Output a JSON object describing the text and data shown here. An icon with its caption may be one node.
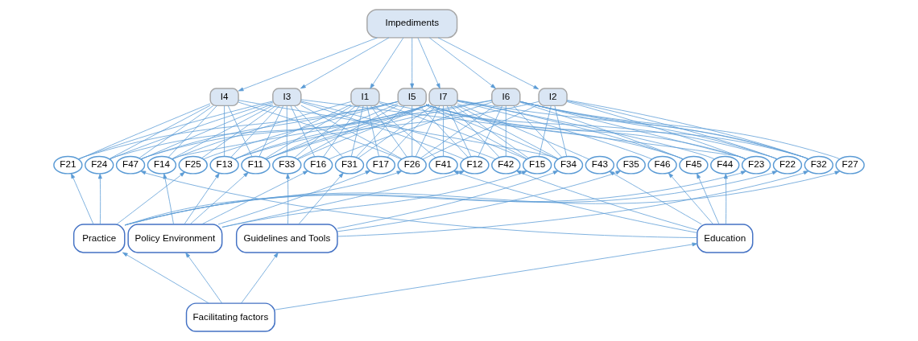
{
  "diagram": {
    "nodes": [
      {
        "text": [
          "Impediments"
        ]
      },
      {
        "text": [
          "I1"
        ]
      },
      {
        "text": [
          "I2"
        ]
      },
      {
        "text": [
          "I3"
        ]
      },
      {
        "text": [
          "I4"
        ]
      },
      {
        "text": [
          "I5"
        ]
      },
      {
        "text": [
          "I6"
        ]
      },
      {
        "text": [
          "I7"
        ]
      },
      {
        "text": [
          "F11"
        ]
      },
      {
        "text": [
          "F12"
        ]
      },
      {
        "text": [
          "F13"
        ]
      },
      {
        "text": [
          "F14"
        ]
      },
      {
        "text": [
          "F15"
        ]
      },
      {
        "text": [
          "F16"
        ]
      },
      {
        "text": [
          "F17"
        ]
      },
      {
        "text": [
          "F21"
        ]
      },
      {
        "text": [
          "F22"
        ]
      },
      {
        "text": [
          "F23"
        ]
      },
      {
        "text": [
          "F24"
        ]
      },
      {
        "text": [
          "F25"
        ]
      },
      {
        "text": [
          "F26"
        ]
      },
      {
        "text": [
          "F27"
        ]
      },
      {
        "text": [
          "F31"
        ]
      },
      {
        "text": [
          "F32"
        ]
      },
      {
        "text": [
          "F33"
        ]
      },
      {
        "text": [
          "F34"
        ]
      },
      {
        "text": [
          "F35"
        ]
      },
      {
        "text": [
          "F41"
        ]
      },
      {
        "text": [
          "F42"
        ]
      },
      {
        "text": [
          "F43"
        ]
      },
      {
        "text": [
          "F44"
        ]
      },
      {
        "text": [
          "F45"
        ]
      },
      {
        "text": [
          "F46"
        ]
      },
      {
        "text": [
          "F47"
        ]
      },
      {
        "text": [
          "Policy Environment"
        ]
      },
      {
        "text": [
          "Practice"
        ]
      },
      {
        "text": [
          "Guidelines and Tools"
        ]
      },
      {
        "text": [
          "Education"
        ]
      },
      {
        "text": [
          "Facilitating factors"
        ]
      }
    ],
    "edges": [
      {
        "from": 0,
        "to": 1,
        "arrow": "to"
      },
      {
        "from": 0,
        "to": 2,
        "arrow": "to"
      },
      {
        "from": 0,
        "to": 3,
        "arrow": "to"
      },
      {
        "from": 0,
        "to": 4,
        "arrow": "to"
      },
      {
        "from": 0,
        "to": 5,
        "arrow": "to"
      },
      {
        "from": 0,
        "to": 6,
        "arrow": "to"
      },
      {
        "from": 0,
        "to": 7,
        "arrow": "to"
      },
      {
        "from": 1,
        "to": 8,
        "arrow": "none"
      },
      {
        "from": 1,
        "to": 10,
        "arrow": "none"
      },
      {
        "from": 1,
        "to": 11,
        "arrow": "none"
      },
      {
        "from": 1,
        "to": 12,
        "arrow": "none"
      },
      {
        "from": 1,
        "to": 13,
        "arrow": "none"
      },
      {
        "from": 1,
        "to": 14,
        "arrow": "none"
      },
      {
        "from": 1,
        "to": 16,
        "arrow": "none"
      },
      {
        "from": 1,
        "to": 20,
        "arrow": "none"
      },
      {
        "from": 1,
        "to": 22,
        "arrow": "none"
      },
      {
        "from": 1,
        "to": 24,
        "arrow": "none"
      },
      {
        "from": 1,
        "to": 27,
        "arrow": "none"
      },
      {
        "from": 2,
        "to": 10,
        "arrow": "none"
      },
      {
        "from": 2,
        "to": 12,
        "arrow": "none"
      },
      {
        "from": 2,
        "to": 16,
        "arrow": "none"
      },
      {
        "from": 2,
        "to": 17,
        "arrow": "none"
      },
      {
        "from": 2,
        "to": 20,
        "arrow": "none"
      },
      {
        "from": 2,
        "to": 23,
        "arrow": "none"
      },
      {
        "from": 2,
        "to": 25,
        "arrow": "none"
      },
      {
        "from": 3,
        "to": 8,
        "arrow": "none"
      },
      {
        "from": 3,
        "to": 9,
        "arrow": "none"
      },
      {
        "from": 3,
        "to": 10,
        "arrow": "none"
      },
      {
        "from": 3,
        "to": 11,
        "arrow": "none"
      },
      {
        "from": 3,
        "to": 13,
        "arrow": "none"
      },
      {
        "from": 3,
        "to": 15,
        "arrow": "none"
      },
      {
        "from": 3,
        "to": 17,
        "arrow": "none"
      },
      {
        "from": 3,
        "to": 18,
        "arrow": "none"
      },
      {
        "from": 3,
        "to": 19,
        "arrow": "none"
      },
      {
        "from": 3,
        "to": 20,
        "arrow": "none"
      },
      {
        "from": 3,
        "to": 22,
        "arrow": "none"
      },
      {
        "from": 3,
        "to": 24,
        "arrow": "none"
      },
      {
        "from": 3,
        "to": 28,
        "arrow": "none"
      },
      {
        "from": 3,
        "to": 33,
        "arrow": "none"
      },
      {
        "from": 4,
        "to": 8,
        "arrow": "none"
      },
      {
        "from": 4,
        "to": 10,
        "arrow": "none"
      },
      {
        "from": 4,
        "to": 11,
        "arrow": "none"
      },
      {
        "from": 4,
        "to": 15,
        "arrow": "none"
      },
      {
        "from": 4,
        "to": 18,
        "arrow": "none"
      },
      {
        "from": 4,
        "to": 20,
        "arrow": "none"
      },
      {
        "from": 4,
        "to": 25,
        "arrow": "none"
      },
      {
        "from": 4,
        "to": 33,
        "arrow": "none"
      },
      {
        "from": 5,
        "to": 8,
        "arrow": "none"
      },
      {
        "from": 5,
        "to": 9,
        "arrow": "none"
      },
      {
        "from": 5,
        "to": 12,
        "arrow": "none"
      },
      {
        "from": 5,
        "to": 15,
        "arrow": "none"
      },
      {
        "from": 5,
        "to": 17,
        "arrow": "none"
      },
      {
        "from": 5,
        "to": 19,
        "arrow": "none"
      },
      {
        "from": 5,
        "to": 20,
        "arrow": "none"
      },
      {
        "from": 5,
        "to": 22,
        "arrow": "none"
      },
      {
        "from": 5,
        "to": 23,
        "arrow": "none"
      },
      {
        "from": 5,
        "to": 24,
        "arrow": "none"
      },
      {
        "from": 5,
        "to": 25,
        "arrow": "none"
      },
      {
        "from": 5,
        "to": 31,
        "arrow": "none"
      },
      {
        "from": 5,
        "to": 33,
        "arrow": "none"
      },
      {
        "from": 6,
        "to": 8,
        "arrow": "none"
      },
      {
        "from": 6,
        "to": 9,
        "arrow": "none"
      },
      {
        "from": 6,
        "to": 11,
        "arrow": "none"
      },
      {
        "from": 6,
        "to": 13,
        "arrow": "none"
      },
      {
        "from": 6,
        "to": 16,
        "arrow": "none"
      },
      {
        "from": 6,
        "to": 17,
        "arrow": "none"
      },
      {
        "from": 6,
        "to": 20,
        "arrow": "none"
      },
      {
        "from": 6,
        "to": 21,
        "arrow": "none"
      },
      {
        "from": 6,
        "to": 23,
        "arrow": "none"
      },
      {
        "from": 6,
        "to": 25,
        "arrow": "none"
      },
      {
        "from": 6,
        "to": 28,
        "arrow": "none"
      },
      {
        "from": 6,
        "to": 31,
        "arrow": "none"
      },
      {
        "from": 7,
        "to": 8,
        "arrow": "none"
      },
      {
        "from": 7,
        "to": 9,
        "arrow": "none"
      },
      {
        "from": 7,
        "to": 10,
        "arrow": "none"
      },
      {
        "from": 7,
        "to": 12,
        "arrow": "none"
      },
      {
        "from": 7,
        "to": 14,
        "arrow": "none"
      },
      {
        "from": 7,
        "to": 18,
        "arrow": "none"
      },
      {
        "from": 7,
        "to": 20,
        "arrow": "none"
      },
      {
        "from": 7,
        "to": 22,
        "arrow": "none"
      },
      {
        "from": 7,
        "to": 23,
        "arrow": "none"
      },
      {
        "from": 7,
        "to": 24,
        "arrow": "none"
      },
      {
        "from": 7,
        "to": 25,
        "arrow": "none"
      },
      {
        "from": 7,
        "to": 27,
        "arrow": "none"
      },
      {
        "from": 7,
        "to": 28,
        "arrow": "none"
      },
      {
        "from": 7,
        "to": 29,
        "arrow": "none"
      },
      {
        "from": 7,
        "to": 30,
        "arrow": "none"
      },
      {
        "from": 7,
        "to": 31,
        "arrow": "none"
      },
      {
        "from": 7,
        "to": 32,
        "arrow": "none"
      },
      {
        "from": 7,
        "to": 33,
        "arrow": "none"
      },
      {
        "from": 34,
        "to": 8,
        "arrow": "to"
      },
      {
        "from": 34,
        "to": 9,
        "arrow": "to"
      },
      {
        "from": 34,
        "to": 10,
        "arrow": "to"
      },
      {
        "from": 34,
        "to": 11,
        "arrow": "to"
      },
      {
        "from": 34,
        "to": 12,
        "arrow": "to"
      },
      {
        "from": 34,
        "to": 13,
        "arrow": "to"
      },
      {
        "from": 34,
        "to": 14,
        "arrow": "to"
      },
      {
        "from": 35,
        "to": 15,
        "arrow": "to"
      },
      {
        "from": 35,
        "to": 16,
        "arrow": "to"
      },
      {
        "from": 35,
        "to": 17,
        "arrow": "to"
      },
      {
        "from": 35,
        "to": 18,
        "arrow": "to"
      },
      {
        "from": 35,
        "to": 19,
        "arrow": "to"
      },
      {
        "from": 35,
        "to": 20,
        "arrow": "to"
      },
      {
        "from": 35,
        "to": 21,
        "arrow": "to"
      },
      {
        "from": 36,
        "to": 22,
        "arrow": "to"
      },
      {
        "from": 36,
        "to": 23,
        "arrow": "to"
      },
      {
        "from": 36,
        "to": 24,
        "arrow": "to"
      },
      {
        "from": 36,
        "to": 25,
        "arrow": "to"
      },
      {
        "from": 36,
        "to": 26,
        "arrow": "to"
      },
      {
        "from": 37,
        "to": 27,
        "arrow": "to"
      },
      {
        "from": 37,
        "to": 28,
        "arrow": "to"
      },
      {
        "from": 37,
        "to": 29,
        "arrow": "to"
      },
      {
        "from": 37,
        "to": 30,
        "arrow": "to"
      },
      {
        "from": 37,
        "to": 31,
        "arrow": "to"
      },
      {
        "from": 37,
        "to": 32,
        "arrow": "to"
      },
      {
        "from": 37,
        "to": 33,
        "arrow": "to"
      },
      {
        "from": 38,
        "to": 34,
        "arrow": "to"
      },
      {
        "from": 38,
        "to": 35,
        "arrow": "to"
      },
      {
        "from": 38,
        "to": 36,
        "arrow": "to"
      },
      {
        "from": 38,
        "to": 37,
        "arrow": "to"
      }
    ]
  }
}
